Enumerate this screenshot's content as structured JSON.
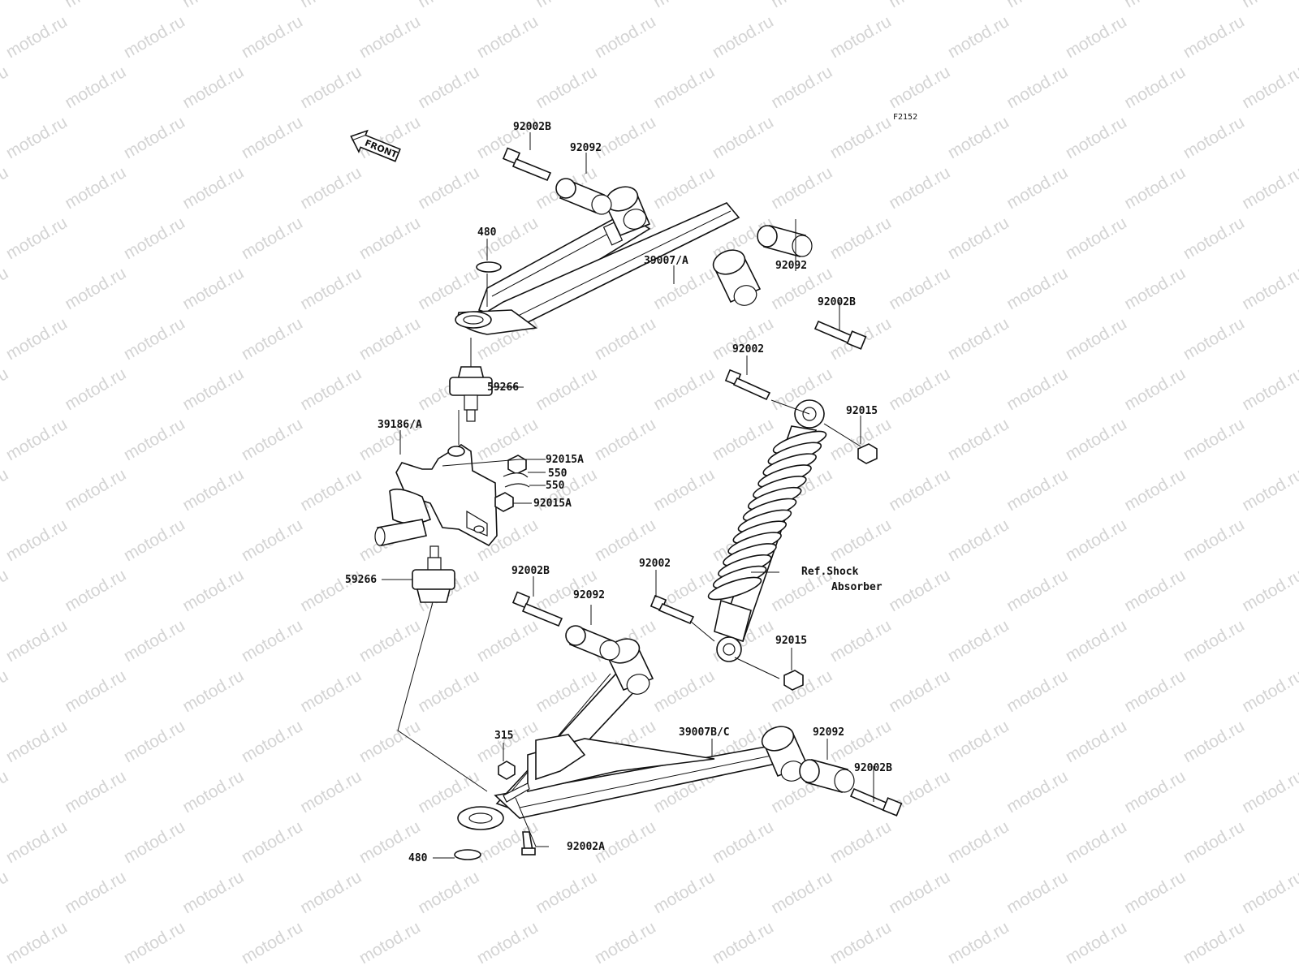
{
  "watermark": "motod.ru",
  "figure_code": "F2152",
  "front_arrow": "FRONT",
  "labels": {
    "bolt_upper_left": "92002B",
    "collar_upper_left": "92092",
    "circlip_upper": "480",
    "upper_arm": "39007/A",
    "collar_upper_right": "92092",
    "bolt_upper_right": "92002B",
    "bolt_shock_upper": "92002",
    "nut_shock_upper": "92015",
    "ball_joint_upper": "59266",
    "knuckle": "39186/A",
    "nut_knuckle_upper": "92015A",
    "cotter_pin_1": "550",
    "cotter_pin_2": "550",
    "nut_knuckle_lower": "92015A",
    "ball_joint_lower": "59266",
    "shock_ref_line1": "Ref.Shock",
    "shock_ref_line2": "Absorber",
    "bolt_lower_left": "92002B",
    "collar_lower_left": "92092",
    "bolt_shock_lower": "92002",
    "nut_shock_lower": "92015",
    "nut_lower_arm": "315",
    "lower_arm": "39007B/C",
    "collar_lower_right": "92092",
    "bolt_lower_right": "92002B",
    "circlip_lower": "480",
    "bolt_lower_arm": "92002A"
  }
}
